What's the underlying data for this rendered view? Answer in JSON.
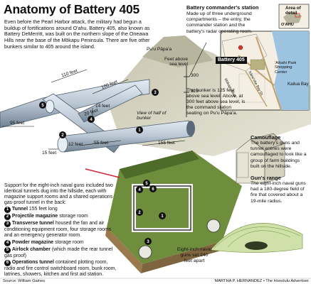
{
  "title": "Anatomy of Battery 405",
  "intro": "Even before the Pearl Harbor attack, the military had begun a buildup of fortifications around O'ahu. Battery 405, also known as Battery DeMerritt, was built on the northern slope of the Oneawa Hills near the base of the Mōkapu Peninsula. There are five other bunkers similar to 405 around the island.",
  "commander": {
    "heading": "Battery commander's station",
    "text": "Made up of three underground compartments – the entry, the commander station and the battery's radar operating room."
  },
  "puu_papaa": "Pu'u Pāpa'a",
  "feet_above": "Feet above sea level",
  "elevation_ticks": [
    "300",
    "125"
  ],
  "battery_label": "Battery 405",
  "bunker_note": "The bunker is 125 feet above sea level. Above, at 300 feet above sea level, is the command station seating on Pu'u Pāpa'a.",
  "map": {
    "area_label": "Area of detail",
    "oahu": "O'AHU",
    "shopping": "'Aikahi Park Shopping Center",
    "kailua_bay": "Kailua Bay",
    "road1": "Mōkapu Blvd.",
    "road2": "Kāne'ohe Bay Dr."
  },
  "dimensions": [
    "110 feet",
    "100 feet",
    "14 feet",
    "20 feet",
    "95 feet",
    "12 feet",
    "55 feet",
    "155 feet",
    "15 feet"
  ],
  "view_half": "View of half of bunker",
  "camouflage": {
    "heading": "Camouflage",
    "text": "The battery's guns and tunnel entries were camouflaged to look like a group of farm buildings built on the hillside."
  },
  "gun_range": {
    "heading": "Gun's range",
    "text": "The eight-inch naval guns had a 180-degree field of fire that covered about a 19-mile radius."
  },
  "eight_inch": "Eight-inch naval guns set 240 feet apart",
  "support_intro": "Support for the eight-inch naval guns included two identical tunnels dug into the hillside, each with magazine support rooms and a shared operations gas-proof tunnel in the back:",
  "legend": [
    {
      "num": "1",
      "name": "Tunnel",
      "desc": "155 feet long"
    },
    {
      "num": "2",
      "name": "Projectile magazine",
      "desc": "storage room"
    },
    {
      "num": "3",
      "name": "Transverse tunnel",
      "desc": "housed the fan and air conditioning equipment room, four storage rooms and an emergency generator room."
    },
    {
      "num": "4",
      "name": "Powder magazine",
      "desc": "storage room"
    },
    {
      "num": "5",
      "name": "Airlock chamber",
      "desc": "(which made the rear tunnel gas proof)"
    },
    {
      "num": "6",
      "name": "Operations tunnel",
      "desc": "contained plotting room, radio and fire control switchboard room, bunk room, latrines, showers, kitchen and first aid station."
    }
  ],
  "source": "Source: William Gaines",
  "credit": "MARTHA P. HERNANDEZ • The Honolulu Advertiser",
  "colors": {
    "tunnel": "#b9c6d3",
    "tunnel_dark": "#6f8192",
    "hill": "#d5d5c4",
    "grass": "#6e8e3e",
    "map_water": "#9cc3e0"
  }
}
